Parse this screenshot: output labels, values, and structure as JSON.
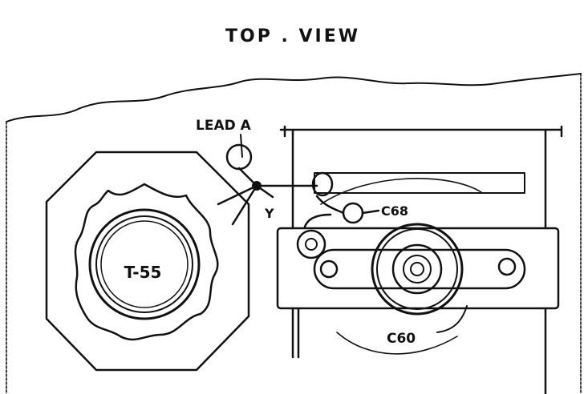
{
  "title": "TOP . VIEW",
  "labels": {
    "lead_a": "LEAD A",
    "y": "Y",
    "c68": "C68",
    "t55": "T-55",
    "c60": "C60"
  },
  "colors": {
    "ink": "#111111",
    "paper": "#ffffff"
  }
}
